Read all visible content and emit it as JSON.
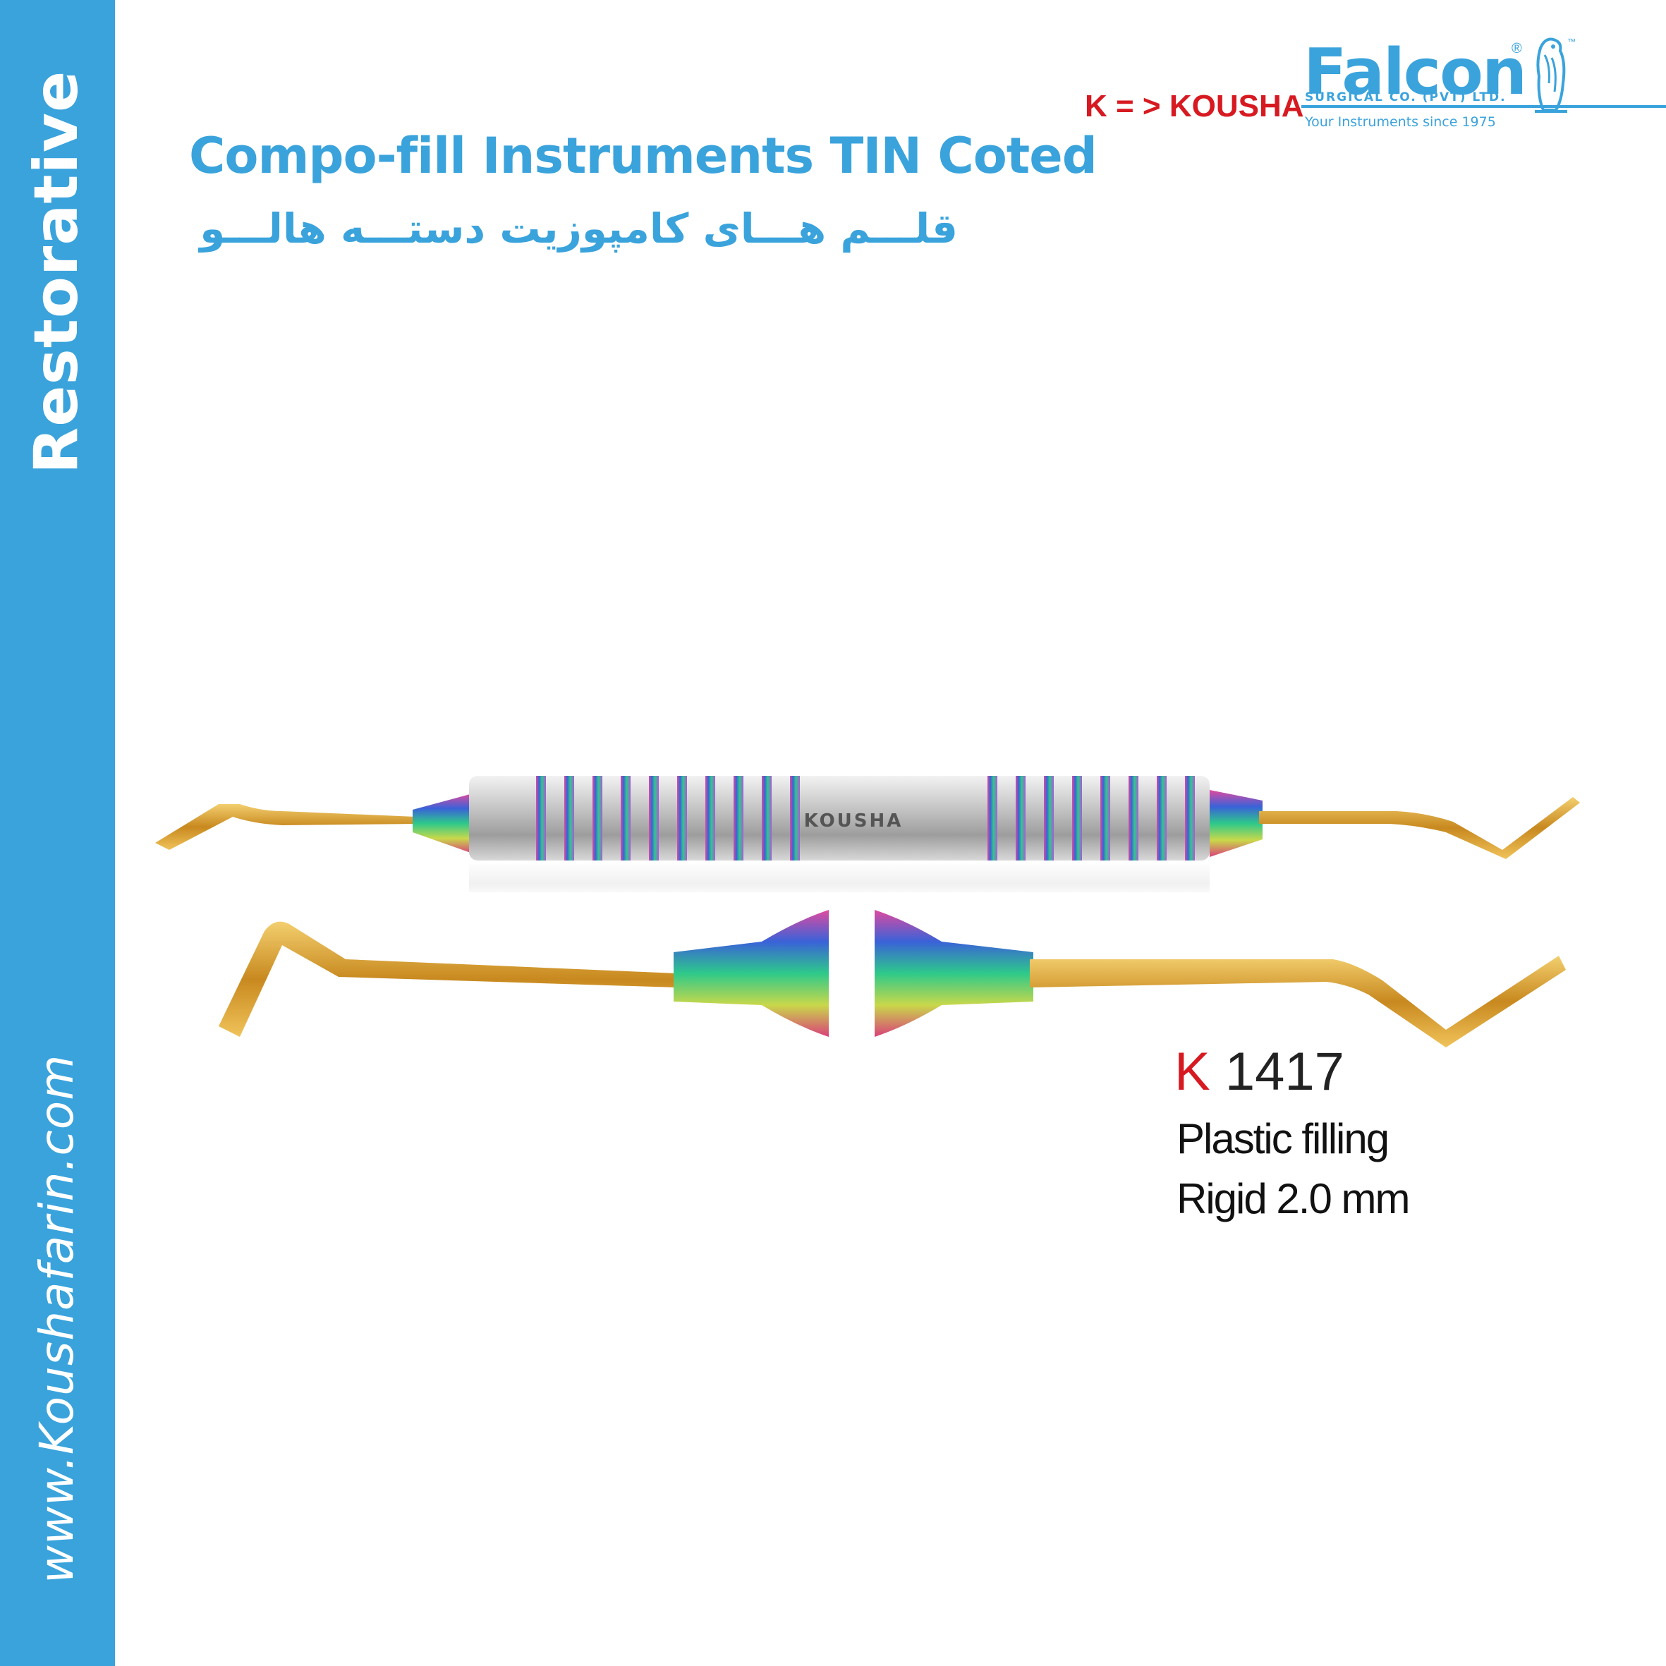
{
  "sidebar": {
    "category": "Restorative",
    "website": "www.Koushafarin.com"
  },
  "header": {
    "title_en": "Compo-fill Instruments TIN Coted",
    "title_fa": "قلـــم هـــای کامپوزیت دستـــه هالـــو",
    "prefix_mapping": "K = > KOUSHA"
  },
  "brand": {
    "name": "Falcon",
    "registered_mark": "®",
    "trademark": "™",
    "subtitle": "SURGICAL CO. (PVT) LTD.",
    "tagline": "Your Instruments since 1975",
    "icon": "falcon-bird-icon"
  },
  "product": {
    "handle_engraving": "KOUSHA",
    "code_prefix": "K",
    "code_number": "1417",
    "description_line1": "Plastic filling",
    "description_line2": "Rigid 2.0 mm"
  },
  "colors": {
    "brand_blue": "#3aa3dc",
    "accent_red": "#d71a21",
    "gold": "#d9a33a"
  }
}
